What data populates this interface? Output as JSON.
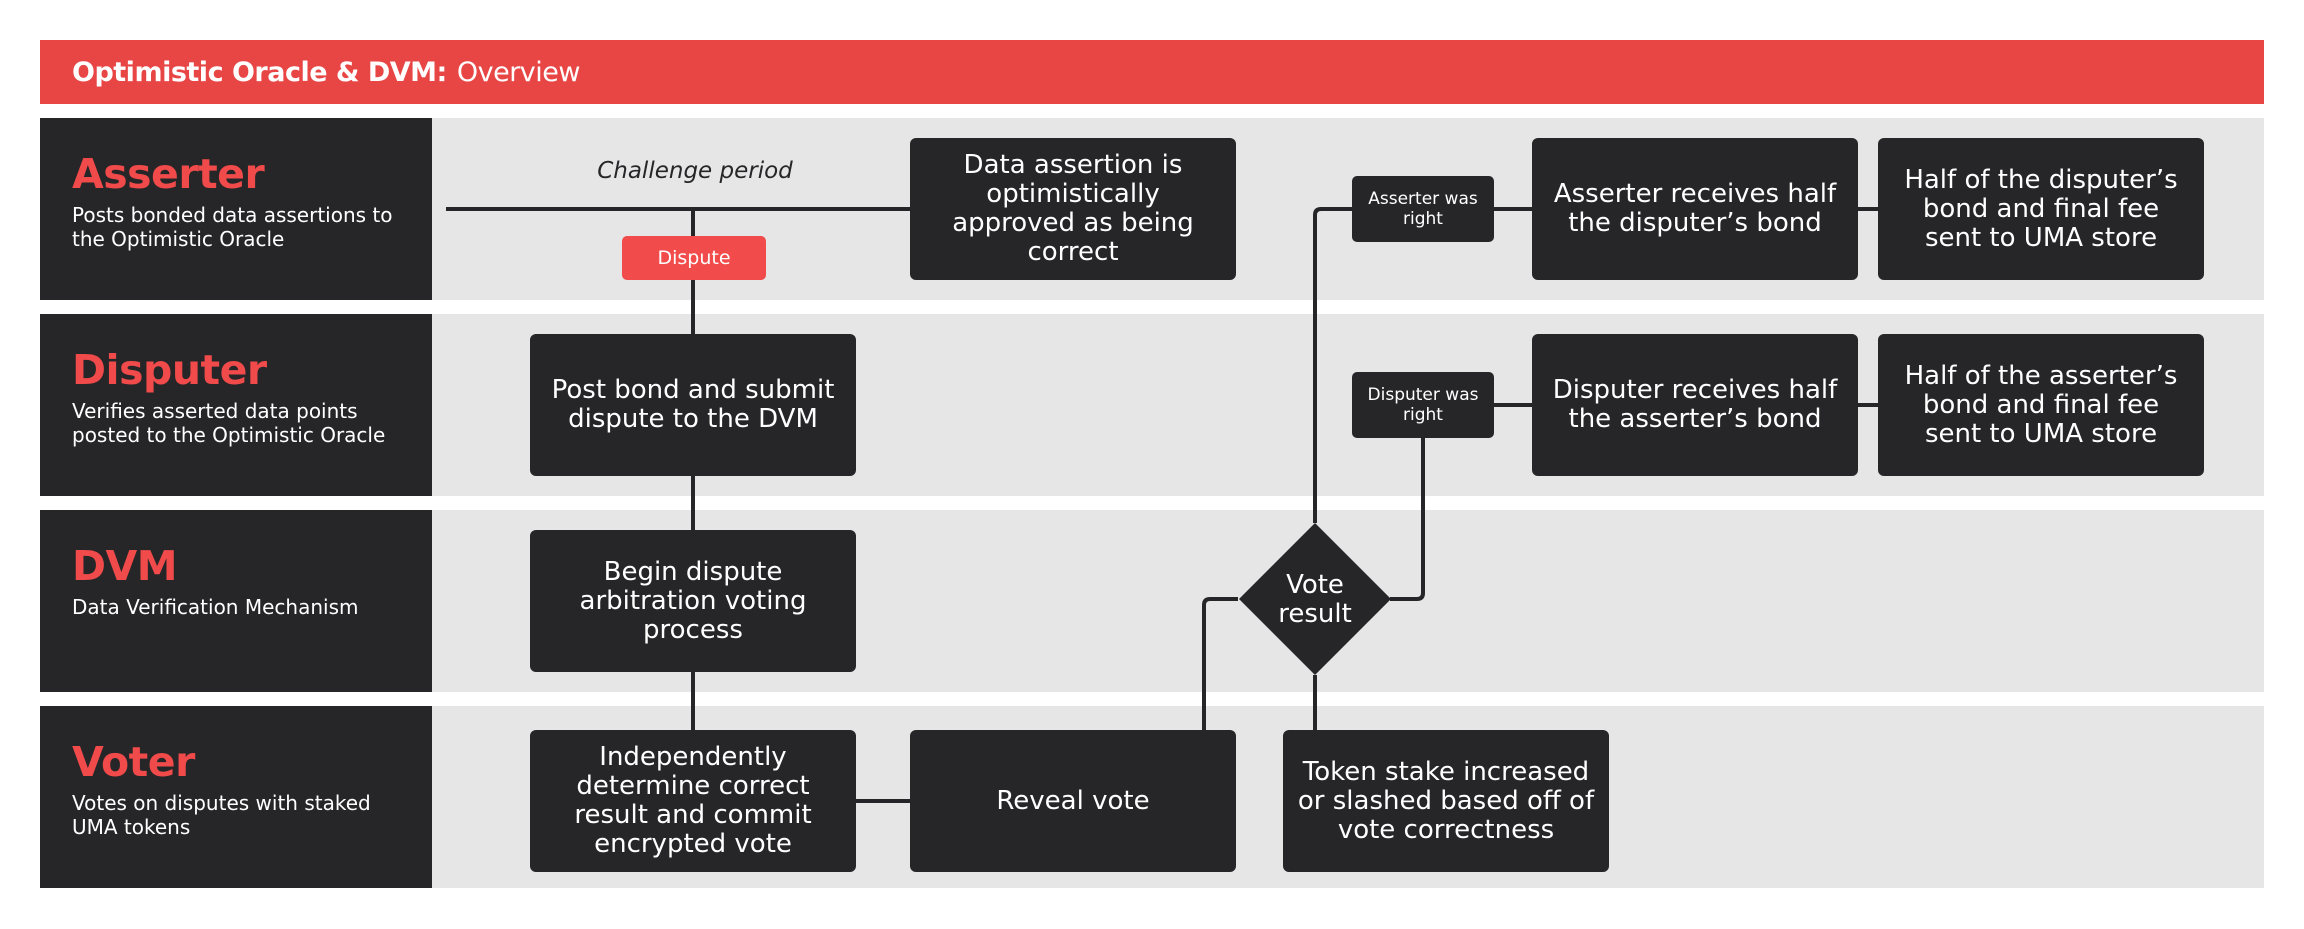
{
  "header": {
    "title_bold": "Optimistic Oracle & DVM:",
    "title_light": "Overview"
  },
  "lanes": [
    {
      "title": "Asserter",
      "desc": "Posts bonded data assertions to the Optimistic Oracle"
    },
    {
      "title": "Disputer",
      "desc": "Verifies asserted data points posted to the Optimistic Oracle"
    },
    {
      "title": "DVM",
      "desc": "Data Verification Mechanism"
    },
    {
      "title": "Voter",
      "desc": "Votes on disputes with staked UMA tokens"
    }
  ],
  "nodes": {
    "challenge_period": "Challenge period",
    "dispute": "Dispute",
    "data_assertion": "Data assertion is optimistically approved as being correct",
    "asserter_right": "Asserter was right",
    "asserter_receives": "Asserter receives half the disputer’s bond",
    "half_disputer": "Half of the disputer’s bond and final fee sent to UMA store",
    "post_bond": "Post bond and submit dispute to the DVM",
    "disputer_right": "Disputer was right",
    "disputer_receives": "Disputer receives half the asserter’s bond",
    "half_asserter": "Half of the asserter’s bond and final fee sent to UMA store",
    "begin_dispute": "Begin dispute arbitration voting process",
    "vote_result": "Vote result",
    "independently": "Independently determine correct result and commit encrypted vote",
    "reveal_vote": "Reveal vote",
    "token_stake": "Token stake increased or slashed based off of vote correctness"
  }
}
